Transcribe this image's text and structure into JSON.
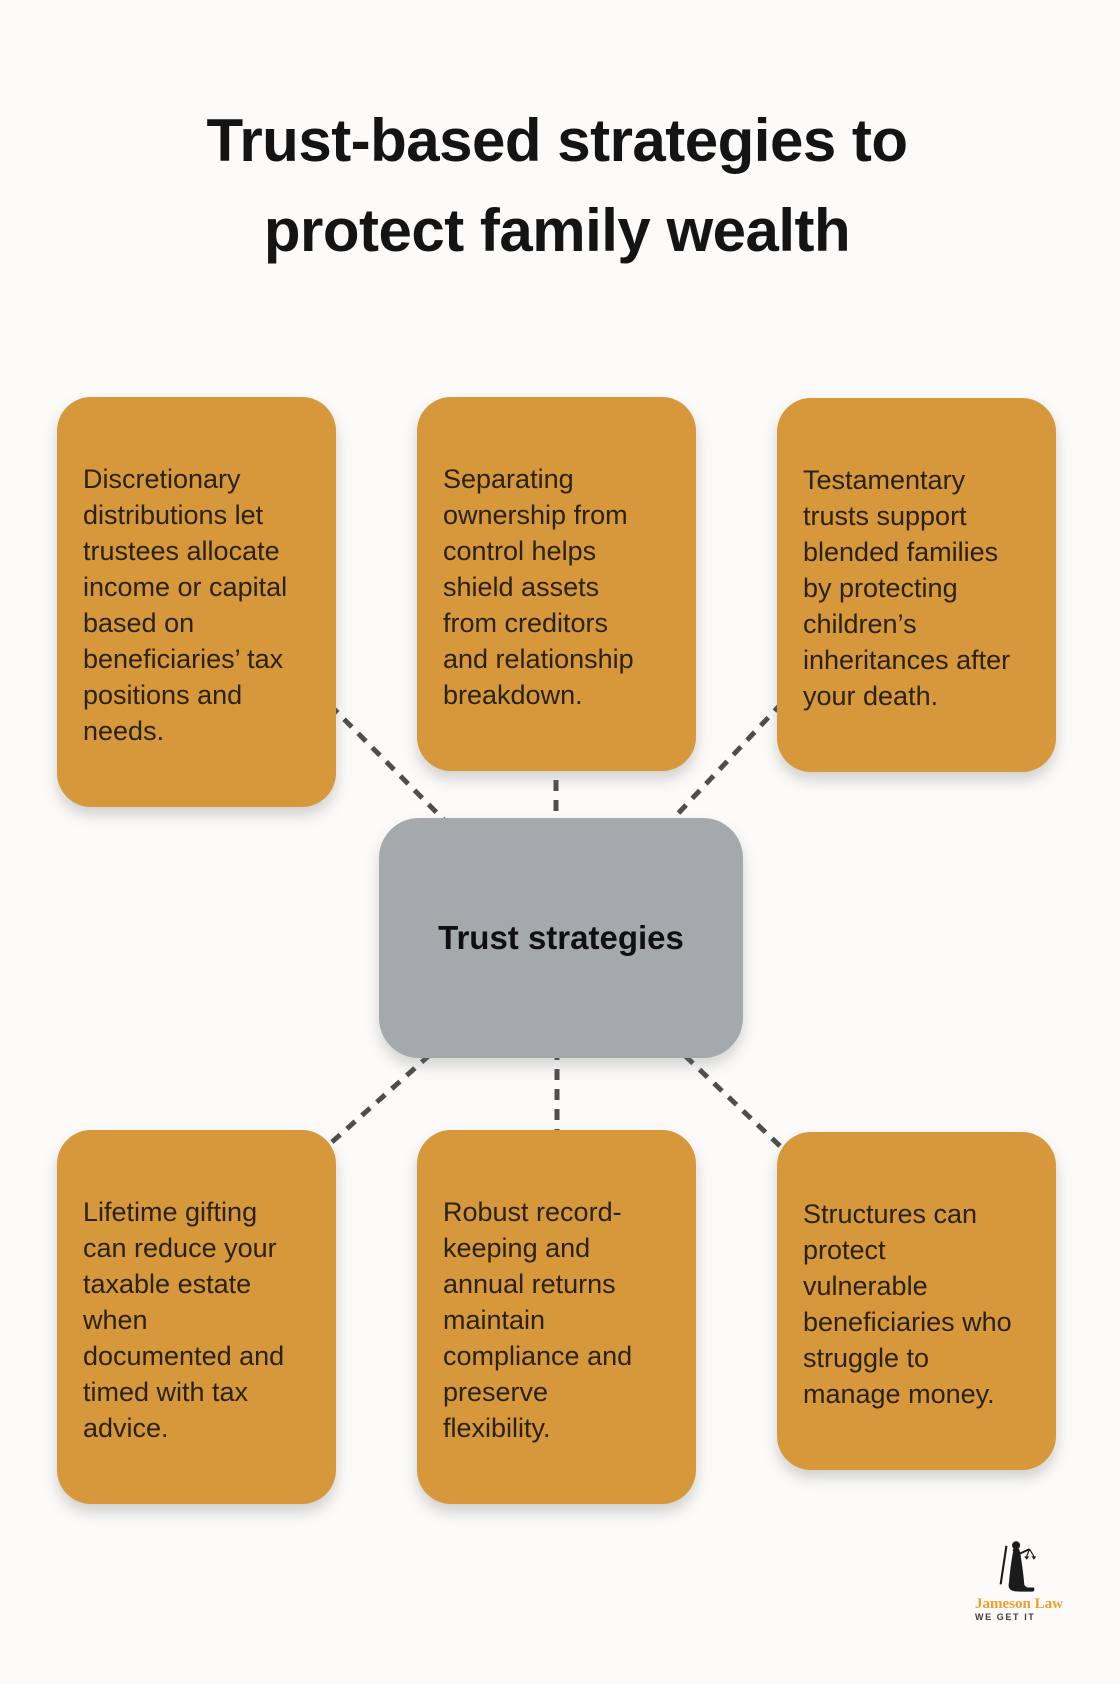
{
  "title": {
    "line1": "Trust-based strategies to",
    "line2": "protect family wealth"
  },
  "center": {
    "label": "Trust strategies"
  },
  "nodes": [
    {
      "id": "top-left",
      "text": "Discretionary\ndistributions let\ntrustees allocate\nincome or capital\nbased on\nbeneficiaries’ tax\npositions and\nneeds."
    },
    {
      "id": "top-middle",
      "text": "Separating\nownership from\ncontrol helps\nshield assets\nfrom creditors\nand relationship\nbreakdown."
    },
    {
      "id": "top-right",
      "text": "Testamentary\ntrusts support\nblended families\nby protecting\nchildren’s\ninheritances after\nyour death."
    },
    {
      "id": "bottom-left",
      "text": "Lifetime gifting\ncan reduce your\ntaxable estate\nwhen\ndocumented and\ntimed with tax\nadvice."
    },
    {
      "id": "bottom-middle",
      "text": "Robust record-\nkeeping and\nannual returns\nmaintain\ncompliance and\npreserve\nflexibility."
    },
    {
      "id": "bottom-right",
      "text": "Structures can\nprotect\nvulnerable\nbeneficiaries who\nstruggle to\nmanage money."
    }
  ],
  "logo": {
    "name": "Jameson Law",
    "tagline": "WE GET IT",
    "icon": "lady-justice-icon"
  },
  "colors": {
    "background": "#FCFBF9",
    "node_fill": "#D6983A",
    "center_fill": "#A4A9AB",
    "connector": "#4E4E4E",
    "title_text": "#141414",
    "node_text": "#2A2215",
    "logo_name": "#EE9E2B",
    "logo_tagline": "#3E3E3E"
  }
}
